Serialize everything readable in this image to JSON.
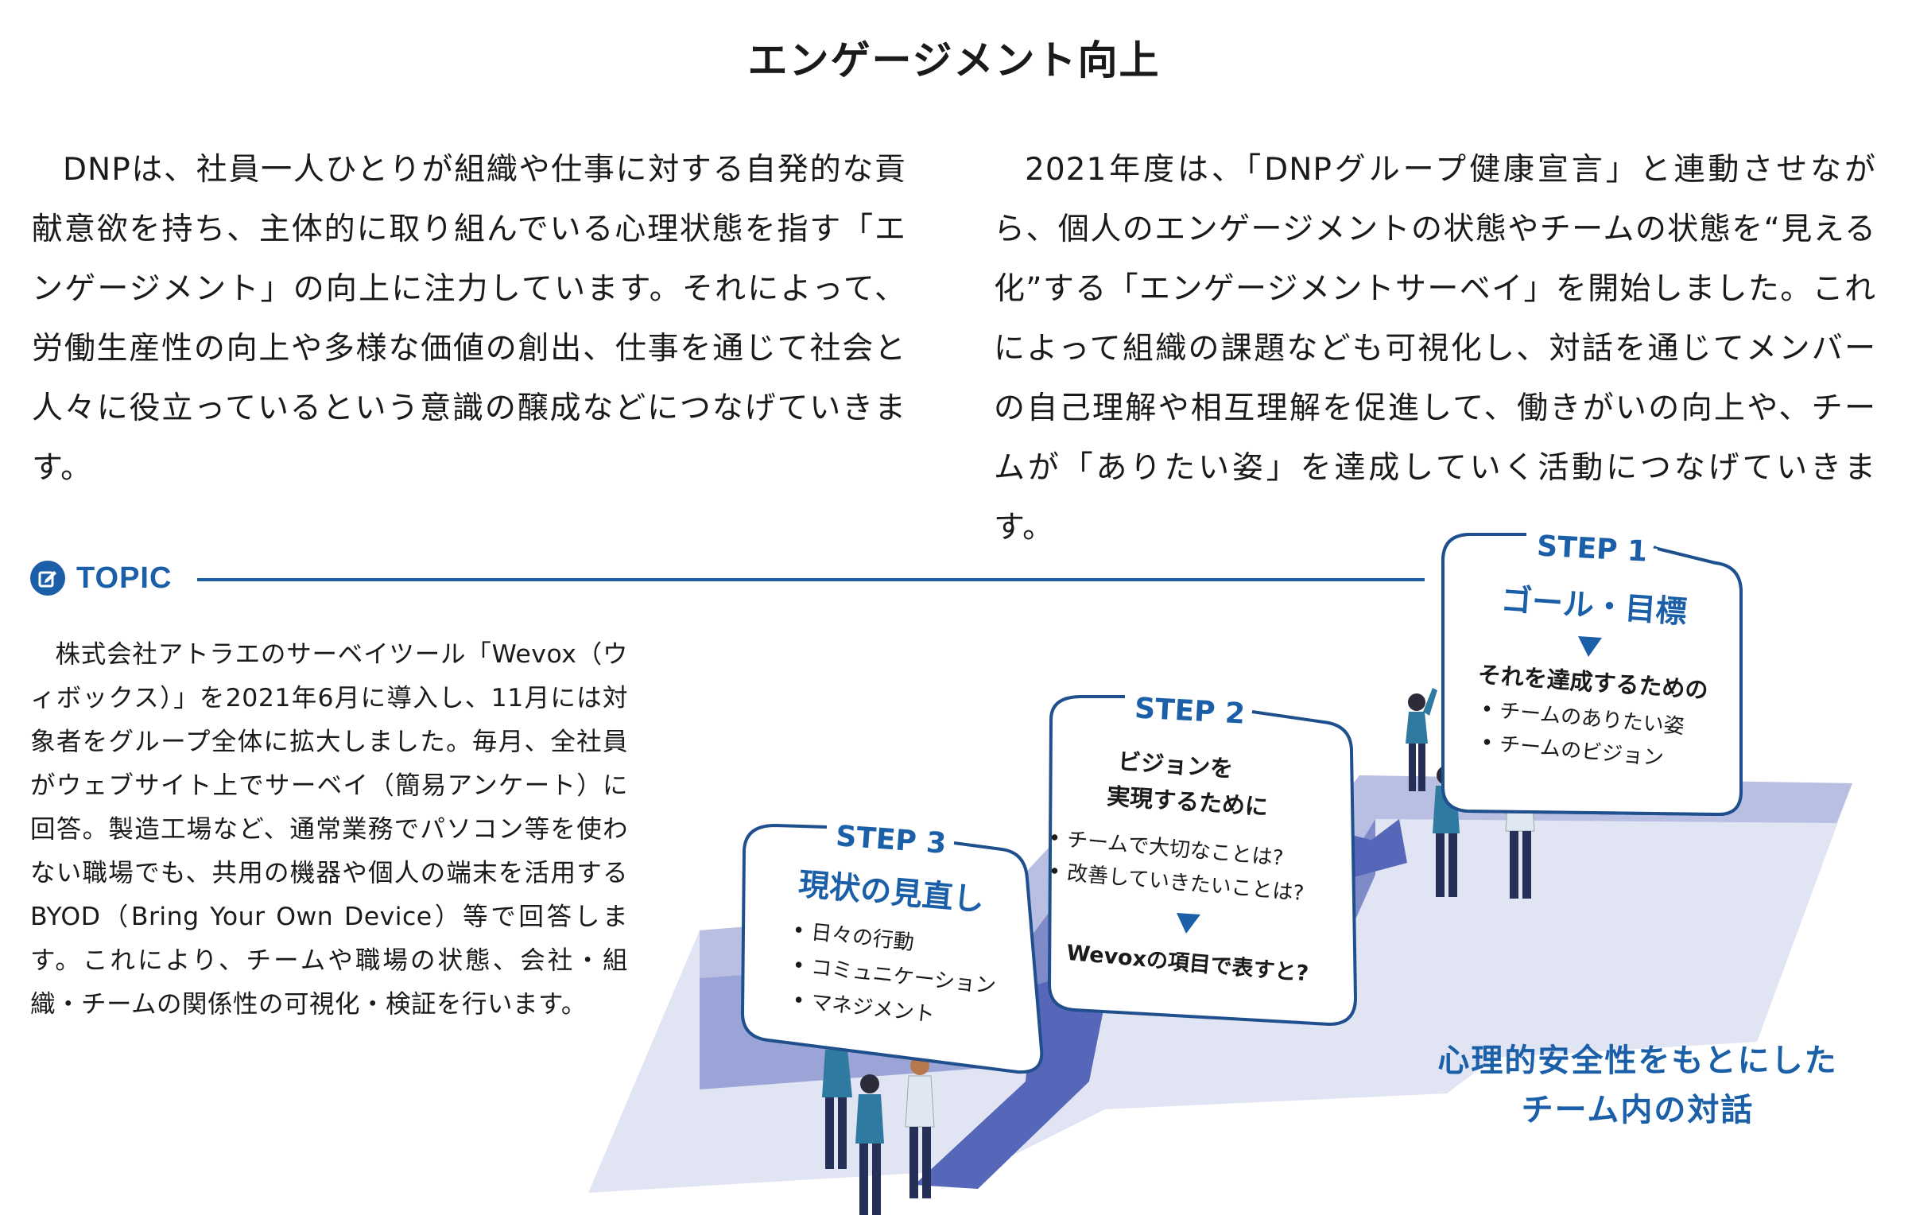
{
  "title": "エンゲージメント向上",
  "intro_left": "DNPは、社員一人ひとりが組織や仕事に対する自発的な貢献意欲を持ち、主体的に取り組んでいる心理状態を指す「エンゲージメント」の向上に注力しています。それによって、労働生産性の向上や多様な価値の創出、仕事を通じて社会と人々に役立っているという意識の醸成などにつなげていきます。",
  "intro_right": "2021年度は、「DNPグループ健康宣言」と連動させながら、個人のエンゲージメントの状態やチームの状態を“見える化”する「エンゲージメントサーベイ」を開始しました。これによって組織の課題なども可視化し、対話を通じてメンバーの自己理解や相互理解を促進して、働きがいの向上や、チームが「ありたい姿」を達成していく活動につなげていきます。",
  "topic": {
    "label": "TOPIC",
    "icon": "pencil-note-icon",
    "text": "株式会社アトラエのサーベイツール「Wevox（ウィボックス）」を2021年6月に導入し、11月には対象者をグループ全体に拡大しました。毎月、全社員がウェブサイト上でサーベイ（簡易アンケート）に回答。製造工場など、通常業務でパソコン等を使わない職場でも、共用の機器や個人の端末を活用するBYOD（Bring Your Own Device）等で回答します。これにより、チームや職場の状態、会社・組織・チームの関係性の可視化・検証を行います。"
  },
  "steps": {
    "step1": {
      "label": "STEP 1",
      "heading": "ゴール・目標",
      "subheading": "それを達成するための",
      "items": [
        "チームのありたい姿",
        "チームのビジョン"
      ]
    },
    "step2": {
      "label": "STEP 2",
      "heading_line1": "ビジョンを",
      "heading_line2": "実現するために",
      "items": [
        "チームで大切なことは?",
        "改善していきたいことは?"
      ],
      "footer": "Wevoxの項目で表すと?"
    },
    "step3": {
      "label": "STEP 3",
      "heading": "現状の見直し",
      "items": [
        "日々の行動",
        "コミュニケーション",
        "マネジメント"
      ]
    }
  },
  "closing": {
    "line1": "心理的安全性をもとにした",
    "line2": "チーム内の対話"
  },
  "colors": {
    "accent_blue": "#1b5fa8",
    "card_border": "#1f4f8c",
    "stair_light": "#c9cee9",
    "stair_mid": "#9aa4d6",
    "stair_dark": "#5666b8",
    "text": "#1a1a1a"
  }
}
